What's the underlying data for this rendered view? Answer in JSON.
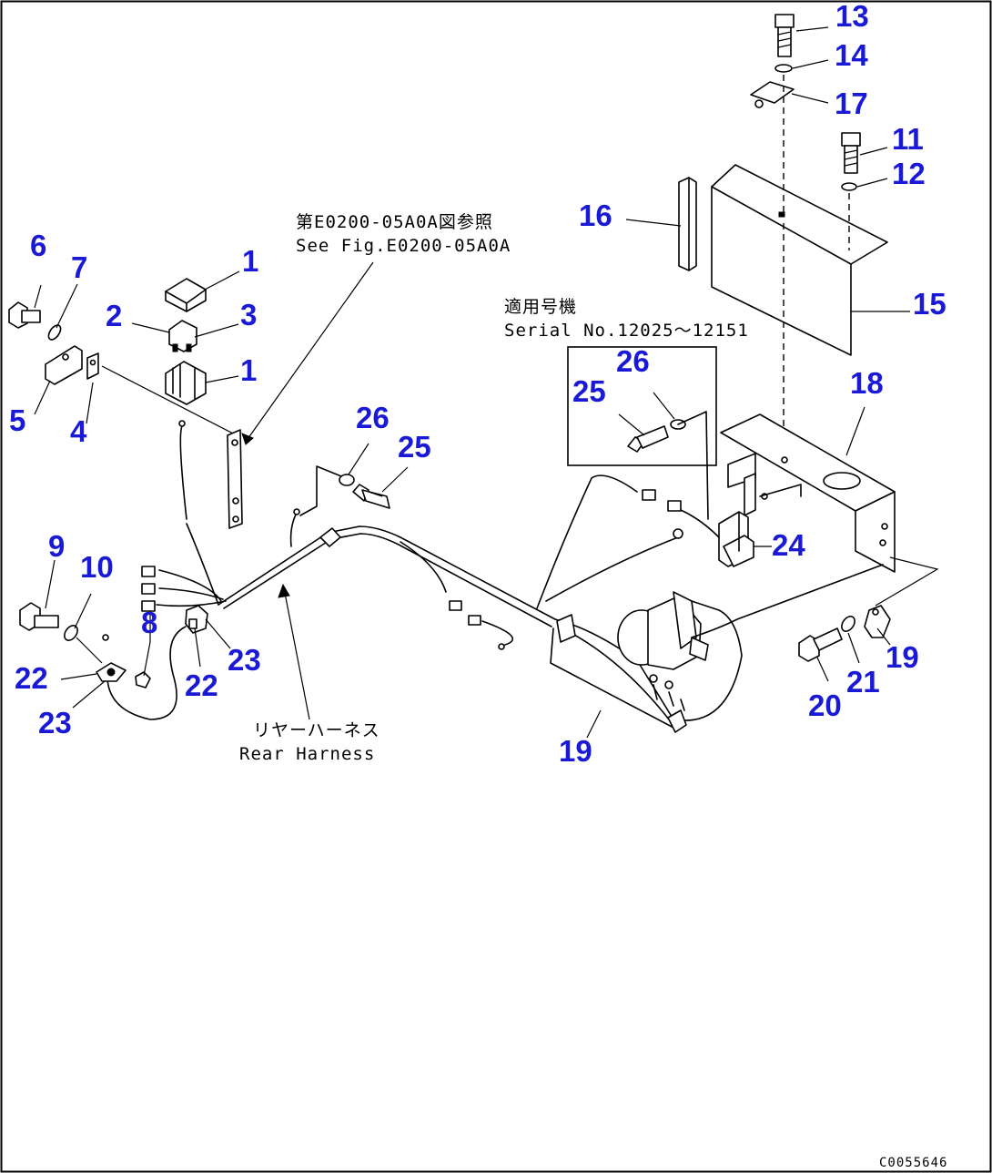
{
  "callouts": [
    {
      "id": "c13",
      "label": "13"
    },
    {
      "id": "c14",
      "label": "14"
    },
    {
      "id": "c17",
      "label": "17"
    },
    {
      "id": "c11",
      "label": "11"
    },
    {
      "id": "c12",
      "label": "12"
    },
    {
      "id": "c16",
      "label": "16"
    },
    {
      "id": "c15",
      "label": "15"
    },
    {
      "id": "c18",
      "label": "18"
    },
    {
      "id": "c1a",
      "label": "1"
    },
    {
      "id": "c2",
      "label": "2"
    },
    {
      "id": "c3",
      "label": "3"
    },
    {
      "id": "c1b",
      "label": "1"
    },
    {
      "id": "c6",
      "label": "6"
    },
    {
      "id": "c7",
      "label": "7"
    },
    {
      "id": "c5",
      "label": "5"
    },
    {
      "id": "c4",
      "label": "4"
    },
    {
      "id": "c26a",
      "label": "26"
    },
    {
      "id": "c25a",
      "label": "25"
    },
    {
      "id": "c26b",
      "label": "26"
    },
    {
      "id": "c25b",
      "label": "25"
    },
    {
      "id": "c24",
      "label": "24"
    },
    {
      "id": "c9",
      "label": "9"
    },
    {
      "id": "c10",
      "label": "10"
    },
    {
      "id": "c8",
      "label": "8"
    },
    {
      "id": "c22a",
      "label": "22"
    },
    {
      "id": "c23a",
      "label": "23"
    },
    {
      "id": "c22b",
      "label": "22"
    },
    {
      "id": "c23b",
      "label": "23"
    },
    {
      "id": "c19a",
      "label": "19"
    },
    {
      "id": "c20",
      "label": "20"
    },
    {
      "id": "c21",
      "label": "21"
    },
    {
      "id": "c19b",
      "label": "19"
    }
  ],
  "notes": {
    "see_fig_jp": "第E0200-05A0A図参照",
    "see_fig_en": "See Fig.E0200-05A0A",
    "serial_jp": "適用号機",
    "serial_en": "Serial No.12025～12151",
    "harness_jp": "リヤーハーネス",
    "harness_en": "Rear Harness"
  },
  "drawing_code": "C0055646"
}
